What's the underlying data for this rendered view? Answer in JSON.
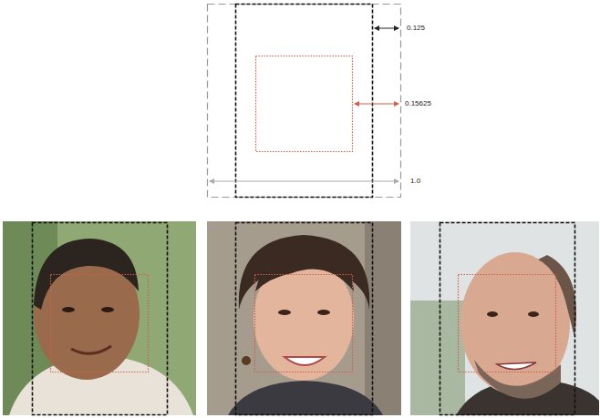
{
  "diagram": {
    "labels": [
      "0.125",
      "0.15625",
      "1.0"
    ]
  }
}
